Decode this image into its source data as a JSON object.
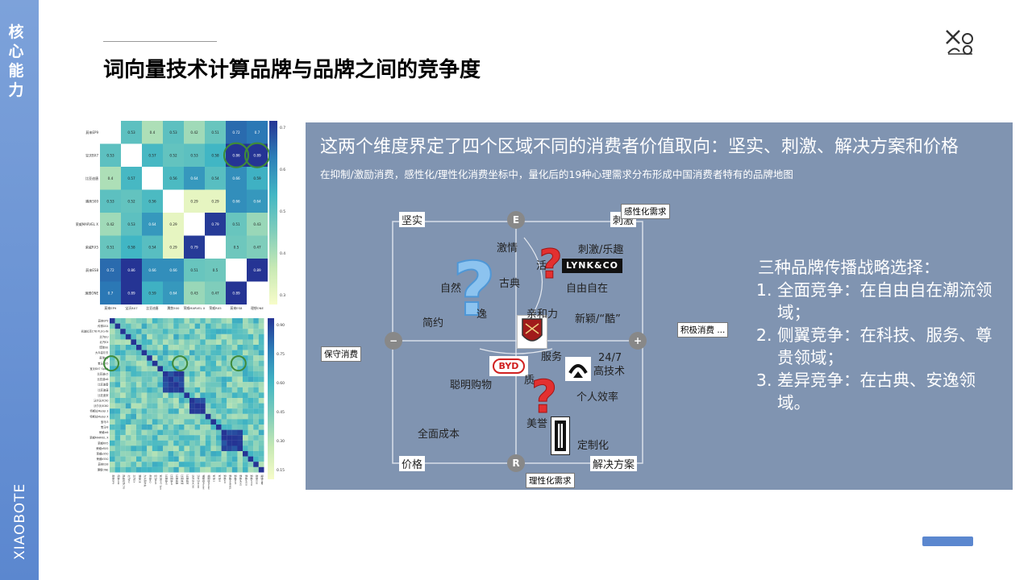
{
  "sidebar": {
    "title": "核心能力",
    "brand": "XIAOBOTE"
  },
  "page": {
    "title": "词向量技术计算品牌与品牌之间的竞争度"
  },
  "panel": {
    "heading": "这两个维度界定了四个区域不同的消费者价值取向：坚实、刺激、解决方案和价格",
    "subheading": "在抑制/激励消费，感性化/理性化消费坐标中，量化后的19种心理需求分布形成中国消费者特有的品牌地图"
  },
  "quadrant": {
    "corners": {
      "top_left": "坚实",
      "top_right": "刺激",
      "bottom_left": "价格",
      "bottom_right": "解决方案"
    },
    "axis_tags": {
      "top": "感性化需求",
      "bottom": "理性化需求",
      "left": "保守消费",
      "right": "积极消费 ..."
    },
    "axis_nodes": {
      "top": "E",
      "bottom": "R",
      "left": "−",
      "right": "+"
    },
    "needs": [
      "激情",
      "刺激/乐趣",
      "古典",
      "自由自在",
      "自然",
      "简约",
      "亲和力",
      "新颖/“酷”",
      "服务",
      "24/7",
      "高技术",
      "聪明购物",
      "个人效率",
      "美誉",
      "全面成本",
      "定制化",
      "逸",
      "活",
      "质"
    ],
    "logos": {
      "lynk": "LYNK&CO",
      "byd": "BYD",
      "question_mark": "?"
    }
  },
  "strategy": {
    "title": "三种品牌传播战略选择：",
    "items": [
      "全面竞争：在自由自在潮流领域；",
      "侧翼竞争：在科技、服务、尊贵领域；",
      "差异竞争：在古典、安逸领域。"
    ]
  },
  "heatmap_small": {
    "row_labels": [
      "蔚来EP9",
      "宝沃BX7",
      "比亚迪唐",
      "腾势500",
      "荣威MARVEL X",
      "荣威RX5",
      "蔚来ES8",
      "理想ONE"
    ],
    "col_labels": [
      "蔚来EP9",
      "宝沃BX7",
      "比亚迪唐",
      "腾势500",
      "荣威MARVEL X",
      "荣威RX5",
      "蔚来ES8",
      "理想ONE"
    ],
    "values": [
      [
        "",
        "0.53",
        "0.4",
        "0.53",
        "0.42",
        "0.51",
        "0.72",
        "0.7"
      ],
      [
        "0.53",
        "",
        "0.57",
        "0.52",
        "0.53",
        "0.58",
        "0.86",
        "0.89"
      ],
      [
        "0.4",
        "0.57",
        "",
        "0.56",
        "0.64",
        "0.54",
        "0.66",
        "0.59"
      ],
      [
        "0.53",
        "0.52",
        "0.56",
        "",
        "0.29",
        "0.29",
        "0.66",
        "0.64"
      ],
      [
        "0.42",
        "0.53",
        "0.64",
        "0.29",
        "",
        "0.79",
        "0.51",
        "0.43"
      ],
      [
        "0.51",
        "0.58",
        "0.54",
        "0.29",
        "0.79",
        "",
        "0.5",
        "0.47"
      ],
      [
        "0.72",
        "0.86",
        "0.66",
        "0.66",
        "0.51",
        "0.5",
        "",
        "0.89"
      ],
      [
        "0.7",
        "0.89",
        "0.59",
        "0.64",
        "0.43",
        "0.47",
        "0.89",
        ""
      ]
    ],
    "colorbar_ticks": [
      "0.7",
      "0.6",
      "0.5",
      "0.4",
      "0.3"
    ]
  },
  "heatmap_large": {
    "row_labels": [
      "蔚来EP9",
      "传祺GS4",
      "凯迪拉克CT6 PLUG-IN",
      "北汽EU",
      "北汽EX",
      "博瑞GE",
      "大众高尔夫",
      "奇瑞eQ",
      "宝沃BX5",
      "宝沃BX7 Sport",
      "比亚迪e5",
      "比亚迪e6",
      "比亚迪秦",
      "比亚迪唐",
      "比亚迪宋",
      "沃尔沃XC90",
      "沃尔沃XC60",
      "特斯拉Model 3",
      "特斯拉Model X",
      "宝马i3",
      "宝马i8",
      "荣威ei6",
      "荣威MARVEL X",
      "荣威RX5",
      "荣威eRX5",
      "荣威e950",
      "荣威e550",
      "蔚来ES8",
      "理想ONE"
    ],
    "colorbar_ticks": [
      "0.90",
      "0.75",
      "0.60",
      "0.45",
      "0.30",
      "0.15"
    ]
  },
  "colors": {
    "sidebar": "#6b93d4",
    "panel": "#8094b1",
    "accent": "#5b87cf",
    "heat_low": "#f5fbc4",
    "heat_high": "#1d2f80",
    "highlight_circle": "#3f8a3a"
  }
}
